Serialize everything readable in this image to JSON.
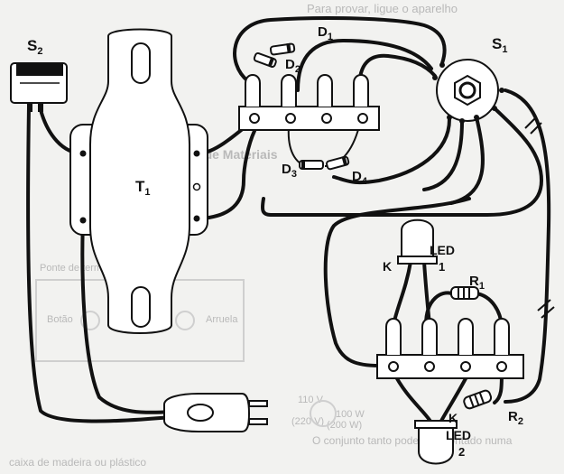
{
  "labels": {
    "s2": "S",
    "s2_sub": "2",
    "s1": "S",
    "s1_sub": "1",
    "t1": "T",
    "t1_sub": "1",
    "d1": "D",
    "d1_sub": "1",
    "d2": "D",
    "d2_sub": "2",
    "d3": "D",
    "d3_sub": "3",
    "d4": "D",
    "d4_sub": "4",
    "r1": "R",
    "r1_sub": "1",
    "r2": "R",
    "r2_sub": "2",
    "led1_name": "LED",
    "led1_num": "1",
    "led2_name": "LED",
    "led2_num": "2",
    "led1_k": "K",
    "led2_k": "K"
  },
  "background_text": {
    "line1": "Para provar, ligue o aparelho",
    "line2": "Lista de Materiais",
    "line3": "Q",
    "line4": "100 W",
    "line5": "(200 W)",
    "line6": "110 V",
    "line7": "(220 V)",
    "line8": "Ponte de terminais",
    "line9": "Arruela",
    "line10": "Botão",
    "line11": "O conjunto tanto pode ser montado numa",
    "line12": "caixa de madeira ou plástico"
  },
  "colors": {
    "ink": "#111111",
    "paper": "#f2f2f0",
    "ghost": "#b9b9b9"
  }
}
